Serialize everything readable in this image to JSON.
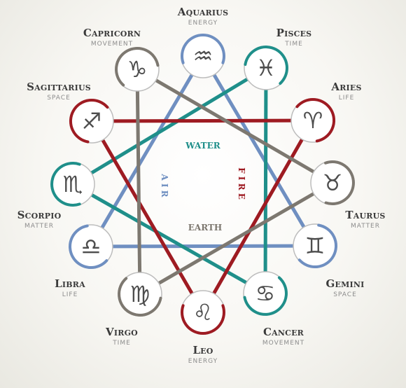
{
  "colors": {
    "water": "#1f8f8a",
    "air": "#6f8fc1",
    "fire": "#9e1b22",
    "earth": "#7d7870",
    "glyph": "#4d4d4d"
  },
  "elements": {
    "water": "WATER",
    "air": "A I R",
    "fire": "F I R E",
    "earth": "EARTH"
  },
  "signs": [
    {
      "name": "Aquarius",
      "sub": "ENERGY",
      "glyph": "♒",
      "element": "air"
    },
    {
      "name": "Pisces",
      "sub": "TIME",
      "glyph": "♓",
      "element": "water"
    },
    {
      "name": "Aries",
      "sub": "LIFE",
      "glyph": "♈",
      "element": "fire"
    },
    {
      "name": "Taurus",
      "sub": "MATTER",
      "glyph": "♉",
      "element": "earth"
    },
    {
      "name": "Gemini",
      "sub": "SPACE",
      "glyph": "♊",
      "element": "air"
    },
    {
      "name": "Cancer",
      "sub": "MOVEMENT",
      "glyph": "♋",
      "element": "water"
    },
    {
      "name": "Leo",
      "sub": "ENERGY",
      "glyph": "♌",
      "element": "fire"
    },
    {
      "name": "Virgo",
      "sub": "TIME",
      "glyph": "♍",
      "element": "earth"
    },
    {
      "name": "Libra",
      "sub": "LIFE",
      "glyph": "♎",
      "element": "air"
    },
    {
      "name": "Scorpio",
      "sub": "MATTER",
      "glyph": "♏",
      "element": "water"
    },
    {
      "name": "Sagittarius",
      "sub": "SPACE",
      "glyph": "♐",
      "element": "fire"
    },
    {
      "name": "Capricorn",
      "sub": "MOVEMENT",
      "glyph": "♑",
      "element": "earth"
    }
  ]
}
